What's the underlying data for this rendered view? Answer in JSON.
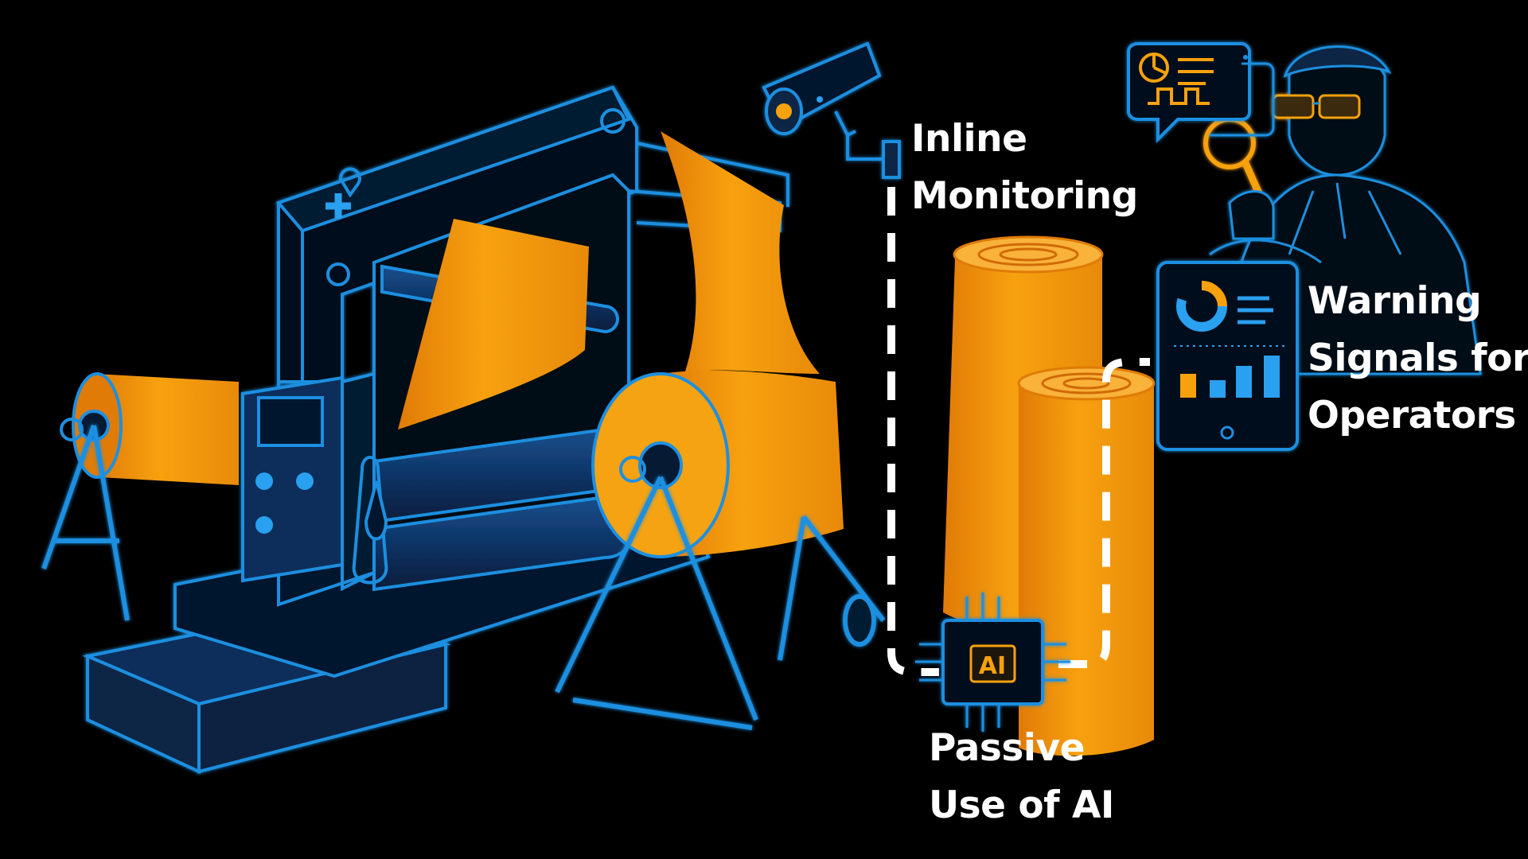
{
  "colors": {
    "background": "#000000",
    "machine_blue": "#1e8fe0",
    "machine_fill": "#0c2f5a",
    "roll_orange": "#f7a10f",
    "roll_orange_dark": "#e07b07",
    "connector_white": "#ffffff",
    "chip_text": "#f7a10f"
  },
  "icons": [
    "camera-icon",
    "chart-speech-bubble-icon",
    "magnifier-icon",
    "tablet-dashboard-icon",
    "ai-chip-icon",
    "operator-figure-icon"
  ],
  "labels": {
    "inline_line1": "Inline",
    "inline_line2": "Monitoring",
    "warning_line1": "Warning",
    "warning_line2": "Signals for",
    "warning_line3": "Operators",
    "passive_line1": "Passive",
    "passive_line2": "Use of AI",
    "chip": "AI"
  }
}
